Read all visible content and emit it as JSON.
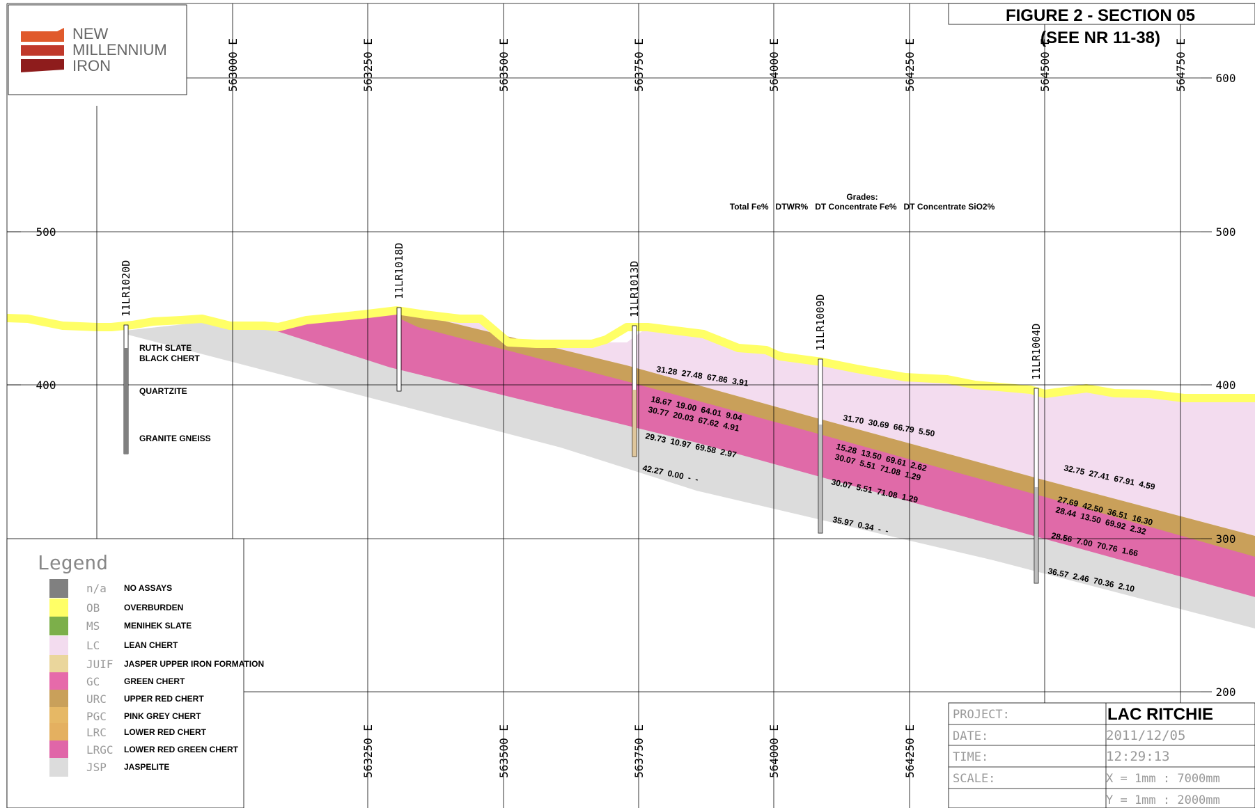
{
  "title": {
    "line1": "FIGURE 2 - SECTION 05",
    "line2": "(SEE NR 11-38)"
  },
  "logo": {
    "lines": [
      "NEW",
      "MILLENNIUM",
      "IRON"
    ]
  },
  "eastings_top": [
    "563000 E",
    "563250 E",
    "563500 E",
    "563750 E",
    "564000 E",
    "564250 E",
    "564500 E",
    "564750 E"
  ],
  "eastings_bottom": [
    "563250 E",
    "563500 E",
    "563750 E",
    "564000 E",
    "564250 E"
  ],
  "elevations": [
    "600",
    "500",
    "400",
    "300",
    "200"
  ],
  "grades_header": {
    "title": "Grades:",
    "columns": "Total Fe%   DTWR%   DT Concentrate Fe%   DT Concentrate SiO2%"
  },
  "drillholes": [
    "11LR1020D",
    "11LR1018D",
    "11LR1013D",
    "11LR1009D",
    "11LR1004D"
  ],
  "rock_labels": [
    "RUTH SLATE",
    "BLACK CHERT",
    "QUARTZITE",
    "GRANITE GNEISS"
  ],
  "assays": [
    "31.28  27.48  67.86  3.91",
    "18.67  19.00  64.01  9.04",
    "30.77  20.03  67.62  4.91",
    "29.73  10.97  69.58  2.97",
    "42.27  0.00  -  -",
    "31.70  30.69  66.79  5.50",
    "15.28  13.50  69.61  2.62",
    "30.07  5.51  71.08  1.29",
    "30.07  5.51  71.08  1.29",
    "35.97  0.34  -  -",
    "32.75  27.41  67.91  4.59",
    "27.69  42.50  36.51  16.30",
    "28.44  13.50  69.92  2.32",
    "28.56  7.00  70.76  1.66",
    "36.57  2.46  70.36  2.10"
  ],
  "legend": {
    "title": "Legend",
    "items": [
      {
        "code": "n/a",
        "name": "NO ASSAYS",
        "color": "#808080"
      },
      {
        "code": "OB",
        "name": "OVERBURDEN",
        "color": "#ffff66"
      },
      {
        "code": "MS",
        "name": "MENIHEK SLATE",
        "color": "#7caf4a"
      },
      {
        "code": "LC",
        "name": "LEAN CHERT",
        "color": "#f3dcef"
      },
      {
        "code": "JUIF",
        "name": "JASPER UPPER IRON FORMATION",
        "color": "#ead69c"
      },
      {
        "code": "GC",
        "name": "GREEN CHERT",
        "color": "#e66aaa"
      },
      {
        "code": "URC",
        "name": "UPPER RED CHERT",
        "color": "#c9a05a"
      },
      {
        "code": "PGC",
        "name": "PINK GREY CHERT",
        "color": "#e6b865"
      },
      {
        "code": "LRC",
        "name": "LOWER RED CHERT",
        "color": "#e4b060"
      },
      {
        "code": "LRGC",
        "name": "LOWER RED GREEN CHERT",
        "color": "#e066a8"
      },
      {
        "code": "JSP",
        "name": "JASPELITE",
        "color": "#dcdcdc"
      }
    ]
  },
  "title_block": {
    "project_label": "PROJECT:",
    "project": "LAC RITCHIE",
    "date_label": "DATE:",
    "date": "2011/12/05",
    "time_label": "TIME:",
    "time": "12:29:13",
    "scale_label": "SCALE:",
    "scale_x": "X = 1mm : 7000mm",
    "scale_y": "Y = 1mm : 2000mm"
  }
}
